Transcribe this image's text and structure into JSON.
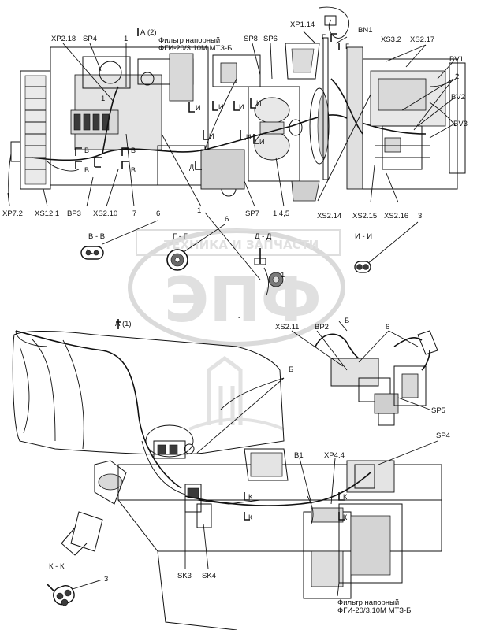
{
  "labels": {
    "xp2_18": "XP2.18",
    "sp4_top": "SP4",
    "one_a": "1",
    "a2": "А (2)",
    "filter_top_1": "Фильтр напорный",
    "filter_top_2": "ФГИ-20/3.10М МТЗ-Б",
    "sp8": "SP8",
    "sp6": "SP6",
    "xp1_14": "XP1.14",
    "g1": "Г",
    "g2": "Г",
    "bn1": "BN1",
    "xs3_2": "XS3.2",
    "xs2_17": "XS2.17",
    "bv1": "BV1",
    "two": "2",
    "bv2": "BV2",
    "bv3": "BV3",
    "one_b": "1",
    "xp7_2": "XP7.2",
    "xs12_1": "XS12.1",
    "bp3": "BP3",
    "xs2_10": "XS2.10",
    "seven": "7",
    "six_a": "6",
    "one_c": "1",
    "six_b": "6",
    "sp7": "SP7",
    "one_45": "1,4,5",
    "xs2_14": "XS2.14",
    "xs2_15": "XS2.15",
    "xs2_16": "XS2.16",
    "three_a": "3",
    "sec_vv": "В - В",
    "sec_gg": "Г - Г",
    "sec_dd": "Д - Д",
    "sec_ii": "И - И",
    "one_d": "1",
    "a1": "А (1)",
    "xs2_11": "XS2.11",
    "bp2": "BP2",
    "b_top": "Б",
    "six_c": "6",
    "b_mid": "Б",
    "sp5": "SP5",
    "sp4_bot": "SP4",
    "b1": "B1",
    "xp4_4": "XP4.4",
    "k_a": "К",
    "k_b": "К",
    "k_c": "К",
    "k_d": "К",
    "sec_kk": "К - К",
    "three_b": "3",
    "sk3": "SK3",
    "sk4": "SK4",
    "filter_bot_1": "Фильтр напорный",
    "filter_bot_2": "ФГИ-20/3.10М МТЗ-Б",
    "v_mark": "В",
    "i_mark": "И",
    "d_mark": "Д"
  },
  "watermark": {
    "text_small": "ТЕХНИКА И ЗАПЧАСТИ",
    "text_big": "ЭПФ"
  }
}
